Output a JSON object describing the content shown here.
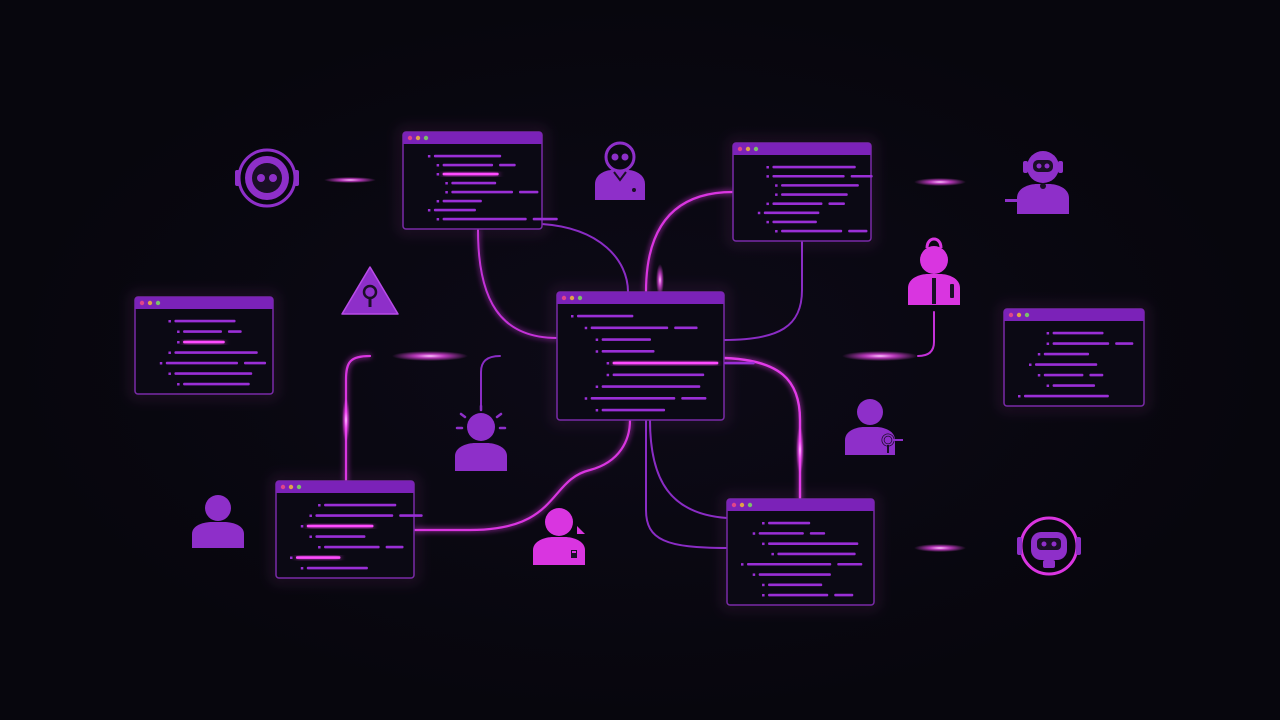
{
  "colors": {
    "background": "#07060d",
    "window_fill": "#0b0914",
    "window_border": "#7a2aa8",
    "window_titlebar": "#7b22b8",
    "code_line": "#9a2fd6",
    "code_highlight": "#ff4cff",
    "link_primary": "#e23ae8",
    "link_secondary": "#8a2cc4",
    "glow": "#ff66ff",
    "icon_violet": "#8e2fc9",
    "icon_magenta": "#d935e0",
    "dot_red": "#e0458a",
    "dot_yellow": "#e0a24a",
    "dot_green": "#7ac06b"
  },
  "nodes": [
    {
      "kind": "code-window",
      "id": "center",
      "lines": 9
    },
    {
      "kind": "code-window",
      "id": "top-left",
      "lines": 8
    },
    {
      "kind": "code-window",
      "id": "top-right",
      "lines": 8
    },
    {
      "kind": "code-window",
      "id": "left",
      "lines": 7
    },
    {
      "kind": "code-window",
      "id": "right",
      "lines": 7
    },
    {
      "kind": "code-window",
      "id": "bottom-left",
      "lines": 7
    },
    {
      "kind": "code-window",
      "id": "bottom-right",
      "lines": 8
    }
  ],
  "icons": [
    {
      "id": "robot-ring-top-left",
      "icon": "robot-head-ring-icon"
    },
    {
      "id": "alien-user-top",
      "icon": "alien-user-icon"
    },
    {
      "id": "headset-robot-top-right",
      "icon": "headset-robot-icon"
    },
    {
      "id": "warning-triangle",
      "icon": "warning-key-icon"
    },
    {
      "id": "user-lock",
      "icon": "user-lock-icon"
    },
    {
      "id": "user-gear",
      "icon": "user-gear-icon"
    },
    {
      "id": "user-key",
      "icon": "user-key-icon"
    },
    {
      "id": "user-plain",
      "icon": "user-icon"
    },
    {
      "id": "user-headset",
      "icon": "user-headset-icon"
    },
    {
      "id": "robot-ring-bottom-right",
      "icon": "robot-face-ring-icon"
    }
  ]
}
